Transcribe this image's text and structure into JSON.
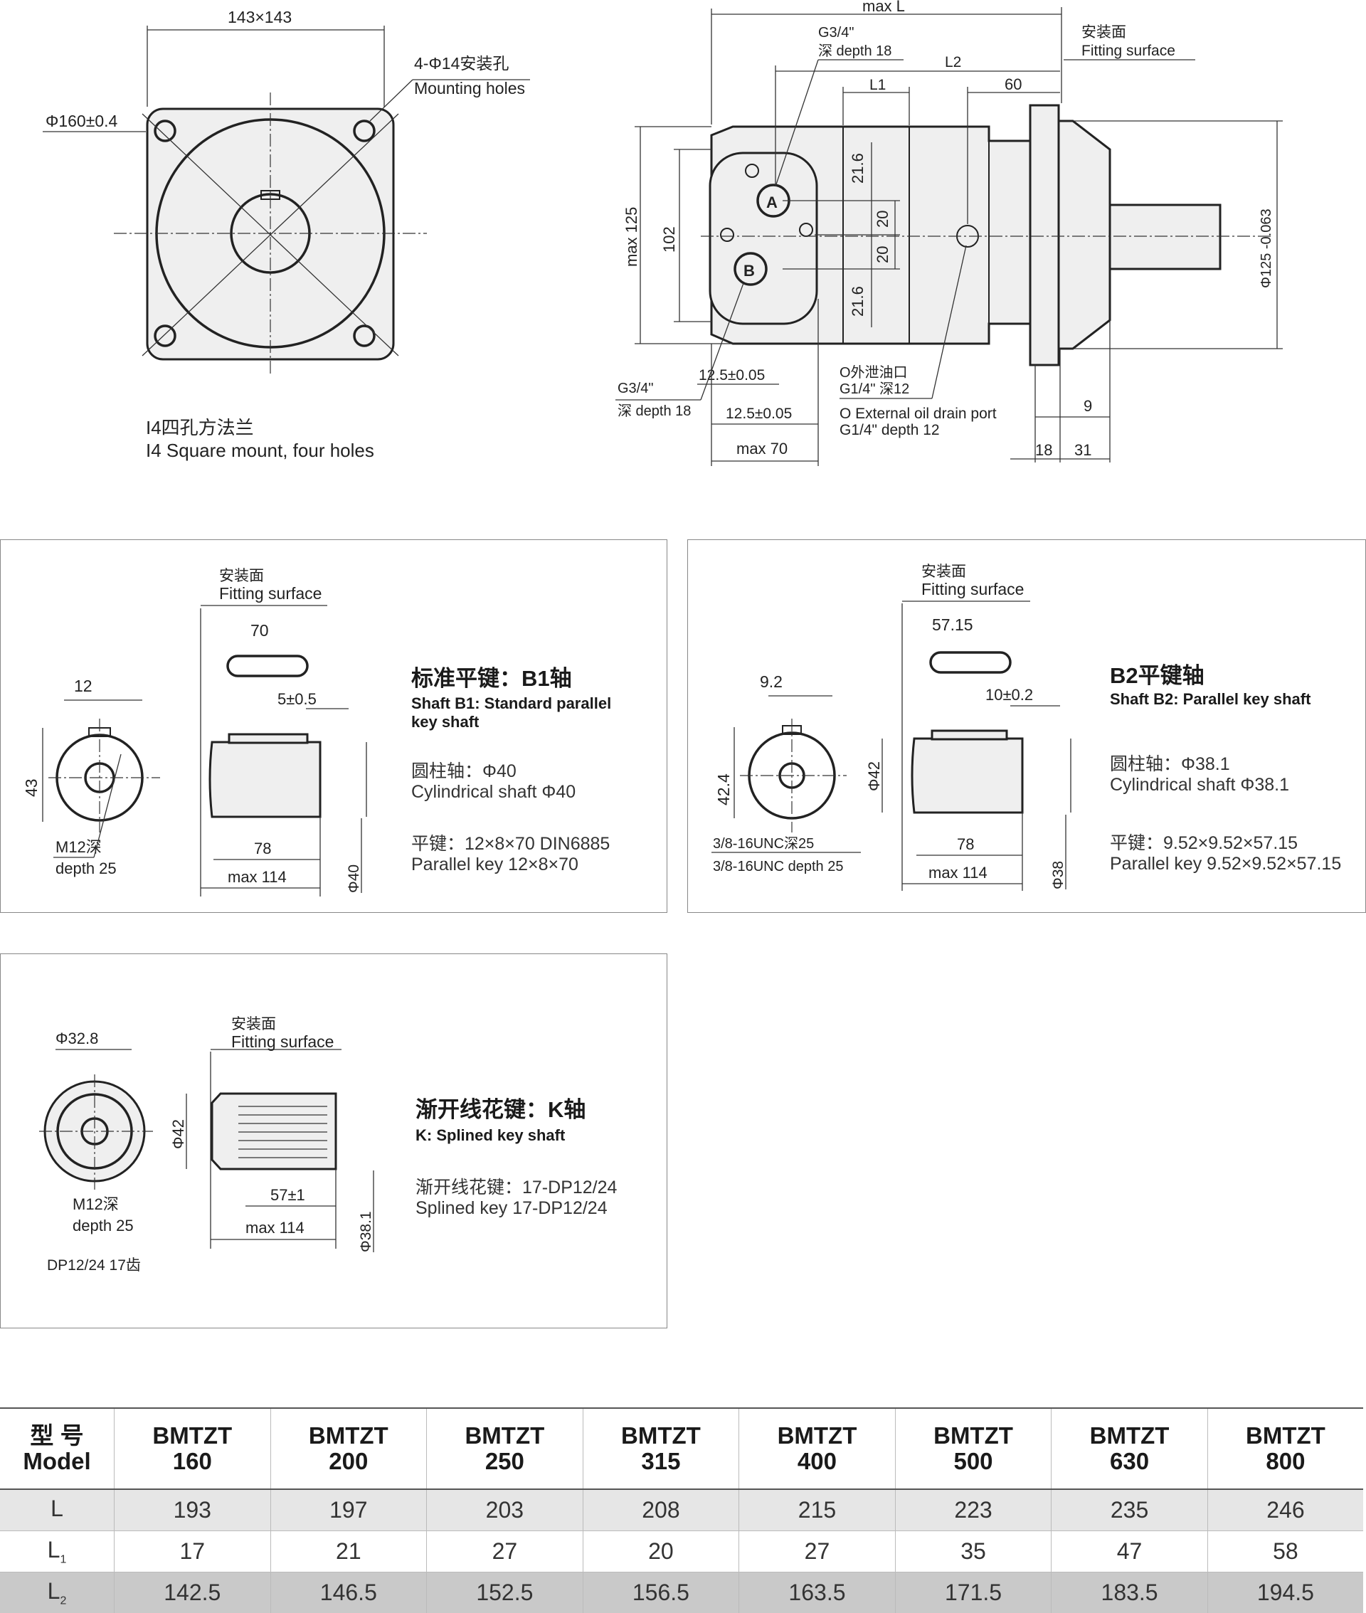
{
  "top_view": {
    "width_dim": "143×143",
    "bolt_circle": "Φ160±0.4",
    "holes_line1": "4-Φ14安装孔",
    "holes_line2": "Mounting holes",
    "caption_cn": "I4四孔方法兰",
    "caption_en": "I4 Square mount, four holes"
  },
  "side_view": {
    "max_L": "max L",
    "port_g34_top": "G3/4\"",
    "port_depth_top": "深 depth 18",
    "fitting_cn": "安装面",
    "fitting_en": "Fitting surface",
    "L2": "L2",
    "L1": "L1",
    "dim_60": "60",
    "port_a": "A",
    "port_b": "B",
    "dim_21_6_a": "21.6",
    "dim_20_a": "20",
    "dim_20_b": "20",
    "dim_21_6_b": "21.6",
    "max125": "max 125",
    "dim_102": "102",
    "phi125": "Φ125 -0.063",
    "port_g34_bot": "G3/4\"",
    "port_depth_bot": "深 depth 18",
    "off_1": "12.5±0.05",
    "off_2": "12.5±0.05",
    "max70": "max 70",
    "drain_cn": "O外泄油口",
    "drain_cn2": "G1/4\" 深12",
    "drain_en": "O External oil drain port",
    "drain_en2": "G1/4\" depth 12",
    "dim_9": "9",
    "dim_18": "18",
    "dim_31": "31"
  },
  "panels": {
    "b1": {
      "title": "标准平键：B1轴",
      "subtitle": "Shaft B1: Standard parallel key shaft",
      "cyl_cn": "圆柱轴：Φ40",
      "cyl_en": "Cylindrical shaft Φ40",
      "key_cn": "平键：12×8×70  DIN6885",
      "key_en": "Parallel key 12×8×70",
      "fit_cn": "安装面",
      "fit_en": "Fitting surface",
      "key_len": "70",
      "key_w": "12",
      "dim_5": "5±0.5",
      "dim_43": "43",
      "m12_1": "M12深",
      "m12_2": "depth 25",
      "dim_78": "78",
      "max114": "max 114",
      "phi40": "Φ40"
    },
    "b2": {
      "title": "B2平键轴",
      "subtitle": "Shaft B2: Parallel key shaft",
      "cyl_cn": "圆柱轴：Φ38.1",
      "cyl_en": "Cylindrical shaft Φ38.1",
      "key_cn": "平键：9.52×9.52×57.15",
      "key_en": "Parallel key 9.52×9.52×57.15",
      "fit_cn": "安装面",
      "fit_en": "Fitting surface",
      "key_len": "57.15",
      "key_w": "9.2",
      "dim_10": "10±0.2",
      "dim_42_4": "42.4",
      "phi42": "Φ42",
      "unc_1": "3/8-16UNC深25",
      "unc_2": "3/8-16UNC depth 25",
      "dim_78": "78",
      "max114": "max 114",
      "phi38": "Φ38"
    },
    "k": {
      "title": "渐开线花键：K轴",
      "subtitle": "K: Splined key shaft",
      "spl_cn": "渐开线花键：17-DP12/24",
      "spl_en": "Splined key 17-DP12/24",
      "fit_cn": "安装面",
      "fit_en": "Fitting surface",
      "phi32": "Φ32.8",
      "phi42": "Φ42",
      "m12_1": "M12深",
      "m12_2": "depth 25",
      "dp": "DP12/24 17齿",
      "dim_57": "57±1",
      "max114": "max 114",
      "phi38": "Φ38.1"
    }
  },
  "table": {
    "header_label_cn": "型  号",
    "header_label_en": "Model",
    "models": [
      {
        "a": "BMTZT",
        "b": "160"
      },
      {
        "a": "BMTZT",
        "b": "200"
      },
      {
        "a": "BMTZT",
        "b": "250"
      },
      {
        "a": "BMTZT",
        "b": "315"
      },
      {
        "a": "BMTZT",
        "b": "400"
      },
      {
        "a": "BMTZT",
        "b": "500"
      },
      {
        "a": "BMTZT",
        "b": "630"
      },
      {
        "a": "BMTZT",
        "b": "800"
      }
    ],
    "rows": [
      {
        "label": "L",
        "sub": "",
        "values": [
          "193",
          "197",
          "203",
          "208",
          "215",
          "223",
          "235",
          "246"
        ]
      },
      {
        "label": "L",
        "sub": "1",
        "values": [
          "17",
          "21",
          "27",
          "20",
          "27",
          "35",
          "47",
          "58"
        ]
      },
      {
        "label": "L",
        "sub": "2",
        "values": [
          "142.5",
          "146.5",
          "152.5",
          "156.5",
          "163.5",
          "171.5",
          "183.5",
          "194.5"
        ]
      }
    ]
  }
}
